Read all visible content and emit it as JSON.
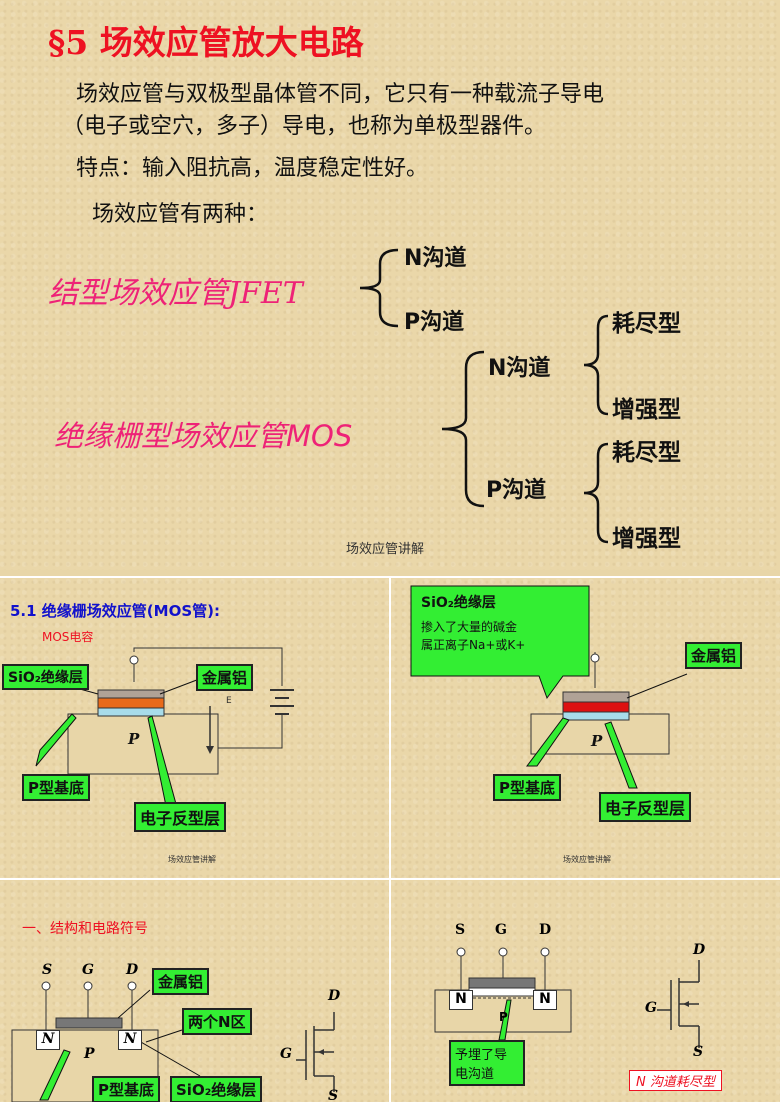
{
  "slide1": {
    "title": "§5  场效应管放大电路",
    "para_line1": "场效应管与双极型晶体管不同，它只有一种载流子导电",
    "para_line2": "（电子或空穴，多子）导电，也称为单极型器件。",
    "features": "特点：输入阻抗高，温度稳定性好。",
    "kinds": "场效应管有两种：",
    "jfet": "结型场效应管JFET",
    "jfet_n": "N沟道",
    "jfet_p": "P沟道",
    "mos": "绝缘栅型场效应管MOS",
    "mos_n": "N沟道",
    "mos_p": "P沟道",
    "depletion1": "耗尽型",
    "enhance1": "增强型",
    "depletion2": "耗尽型",
    "enhance2": "增强型",
    "footer": "场效应管讲解"
  },
  "slide2": {
    "heading": "5.1  绝缘栅场效应管(MOS管):",
    "sub": "MOS电容",
    "sio2": "SiO₂绝缘层",
    "metal": "金属铝",
    "p_sub": "P型基底",
    "p_letter": "P",
    "e_label": "E",
    "inversion": "电子反型层",
    "footer": "场效应管讲解"
  },
  "slide3": {
    "sio2": "SiO₂绝缘层",
    "note_line1": "掺入了大量的碱金",
    "note_line2": "属正离子Na+或K+",
    "metal": "金属铝",
    "p_sub": "P型基底",
    "p_letter": "P",
    "inversion": "电子反型层",
    "footer": "场效应管讲解"
  },
  "slide4": {
    "heading": "一、结构和电路符号",
    "s": "S",
    "g": "G",
    "d": "D",
    "metal": "金属铝",
    "two_n": "两个N区",
    "n1": "N",
    "n2": "N",
    "p": "P",
    "p_sub": "P型基底",
    "sio2": "SiO₂绝缘层",
    "sym_d": "D",
    "sym_g": "G",
    "sym_s": "S"
  },
  "slide5": {
    "s": "S",
    "g": "G",
    "d": "D",
    "n1": "N",
    "n2": "N",
    "p": "P",
    "note_line1": "予埋了导",
    "note_line2": "电沟道",
    "sym_d": "D",
    "sym_g": "G",
    "sym_s": "S",
    "caption": "N 沟道耗尽型"
  }
}
